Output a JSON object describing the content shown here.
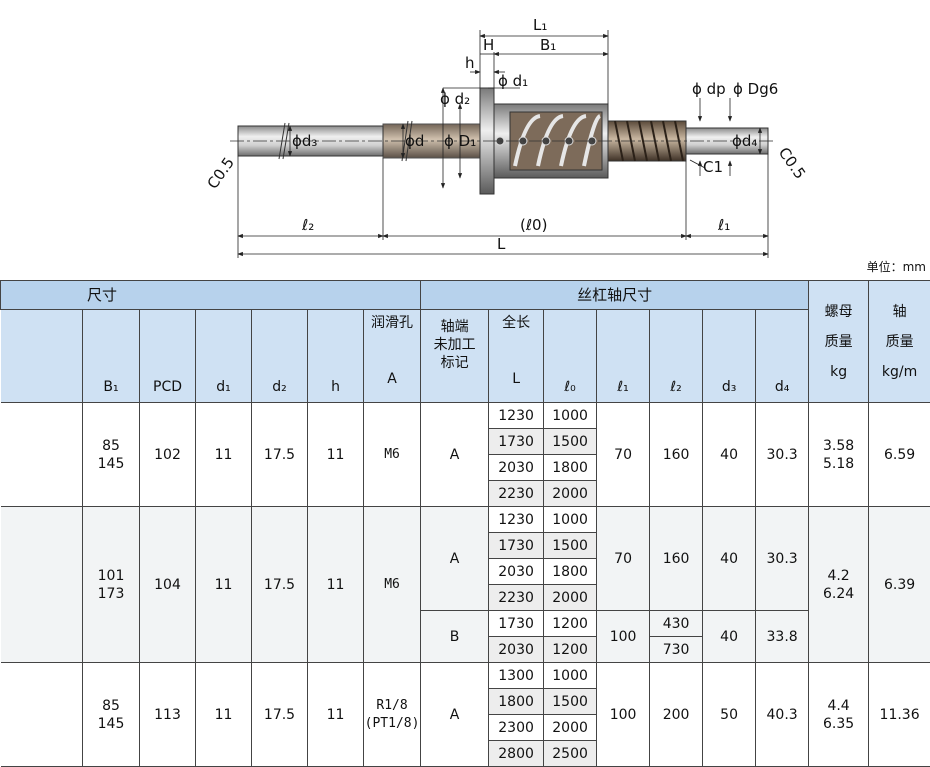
{
  "drawing": {
    "labels": {
      "L1": "L₁",
      "B1": "B₁",
      "H": "H",
      "h": "h",
      "d1": "ϕ d₁",
      "d2": "ϕ d₂",
      "d3": "ϕd₃",
      "d": "ϕd",
      "D1": "ϕ D₁",
      "dp": "ϕ dp",
      "Dg6": "ϕ Dg6",
      "d4": "ϕd₄",
      "C1": "C1",
      "c05_left": "C0.5",
      "c05_right": "C0.5",
      "l2": "ℓ₂",
      "l0": "(ℓ0)",
      "l1": "ℓ₁",
      "L": "L"
    }
  },
  "unit_label": "单位：mm",
  "table": {
    "group_left": "尺寸",
    "group_mid": "丝杠轴尺寸",
    "header_nut_mass": "螺母\n质量",
    "header_nut_mass_unit": "kg",
    "header_shaft_mass": "轴\n质量",
    "header_shaft_mass_unit": "kg/m",
    "col_B1": "B₁",
    "col_PCD": "PCD",
    "col_d1": "d₁",
    "col_d2": "d₂",
    "col_h": "h",
    "col_lube_top": "润滑孔",
    "col_lube_bottom": "A",
    "col_mark": "轴端\n未加工\n标记",
    "col_total_top": "全长",
    "col_total_bottom": "L",
    "col_l0": "ℓ₀",
    "col_l1": "ℓ₁",
    "col_l2": "ℓ₂",
    "col_d3": "d₃",
    "col_d4": "d₄",
    "groups": [
      {
        "B1": "85\n145",
        "PCD": "102",
        "d1": "11",
        "d2": "17.5",
        "h": "11",
        "lube": "M6",
        "nut_mass": "3.58\n5.18",
        "shaft_mass": "6.59",
        "subs": [
          {
            "mark": "A",
            "l1": "70",
            "l2": [
              "160"
            ],
            "d3": "40",
            "d4": "30.3",
            "lens": [
              [
                "1230",
                "1000"
              ],
              [
                "1730",
                "1500"
              ],
              [
                "2030",
                "1800"
              ],
              [
                "2230",
                "2000"
              ]
            ]
          }
        ]
      },
      {
        "B1": "101\n173",
        "PCD": "104",
        "d1": "11",
        "d2": "17.5",
        "h": "11",
        "lube": "M6",
        "nut_mass": "4.2\n6.24",
        "shaft_mass": "6.39",
        "subs": [
          {
            "mark": "A",
            "l1": "70",
            "l2": [
              "160"
            ],
            "d3": "40",
            "d4": "30.3",
            "lens": [
              [
                "1230",
                "1000"
              ],
              [
                "1730",
                "1500"
              ],
              [
                "2030",
                "1800"
              ],
              [
                "2230",
                "2000"
              ]
            ]
          },
          {
            "mark": "B",
            "l1": "100",
            "l2": [
              "430",
              "730"
            ],
            "d3": "40",
            "d4": "33.8",
            "lens": [
              [
                "1730",
                "1200"
              ],
              [
                "2030",
                "1200"
              ]
            ]
          }
        ]
      },
      {
        "B1": "85\n145",
        "PCD": "113",
        "d1": "11",
        "d2": "17.5",
        "h": "11",
        "lube": "R1/8\n(PT1/8)",
        "nut_mass": "4.4\n6.35",
        "shaft_mass": "11.36",
        "subs": [
          {
            "mark": "A",
            "l1": "100",
            "l2": [
              "200"
            ],
            "d3": "50",
            "d4": "40.3",
            "lens": [
              [
                "1300",
                "1000"
              ],
              [
                "1800",
                "1500"
              ],
              [
                "2300",
                "2000"
              ],
              [
                "2800",
                "2500"
              ]
            ]
          }
        ]
      }
    ]
  }
}
